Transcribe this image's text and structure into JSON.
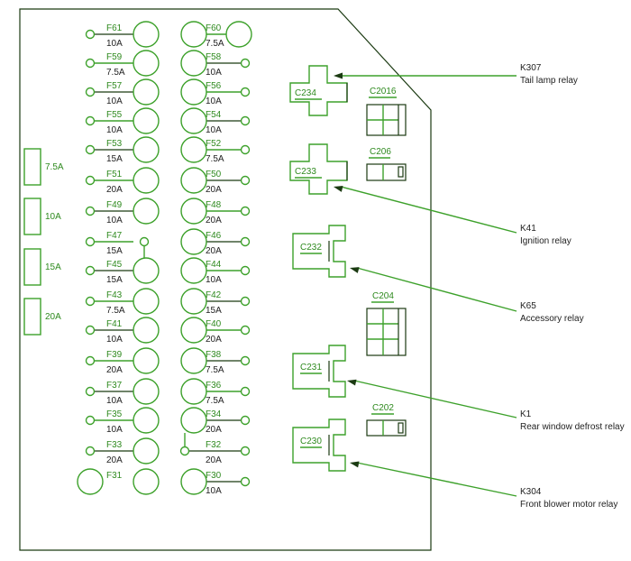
{
  "colors": {
    "stroke": "#3da12b",
    "text": "#2f8a1f",
    "outline": "#1b3a12"
  },
  "fuse_rows": [
    {
      "left": {
        "id": "F61",
        "amp": "10A"
      },
      "right": {
        "id": "F60",
        "amp": "7.5A"
      }
    },
    {
      "left": {
        "id": "F59",
        "amp": "7.5A"
      },
      "right": {
        "id": "F58",
        "amp": "10A"
      }
    },
    {
      "left": {
        "id": "F57",
        "amp": "10A"
      },
      "right": {
        "id": "F56",
        "amp": "10A"
      }
    },
    {
      "left": {
        "id": "F55",
        "amp": "10A"
      },
      "right": {
        "id": "F54",
        "amp": "10A"
      }
    },
    {
      "left": {
        "id": "F53",
        "amp": "15A"
      },
      "right": {
        "id": "F52",
        "amp": "7.5A"
      }
    },
    {
      "left": {
        "id": "F51",
        "amp": "20A"
      },
      "right": {
        "id": "F50",
        "amp": "20A"
      }
    },
    {
      "left": {
        "id": "F49",
        "amp": "10A"
      },
      "right": {
        "id": "F48",
        "amp": "20A"
      }
    },
    {
      "left": {
        "id": "F47",
        "amp": "15A"
      },
      "right": {
        "id": "F46",
        "amp": "20A"
      }
    },
    {
      "left": {
        "id": "F45",
        "amp": "15A"
      },
      "right": {
        "id": "F44",
        "amp": "10A"
      }
    },
    {
      "left": {
        "id": "F43",
        "amp": "7.5A"
      },
      "right": {
        "id": "F42",
        "amp": "15A"
      }
    },
    {
      "left": {
        "id": "F41",
        "amp": "10A"
      },
      "right": {
        "id": "F40",
        "amp": "20A"
      }
    },
    {
      "left": {
        "id": "F39",
        "amp": "20A"
      },
      "right": {
        "id": "F38",
        "amp": "7.5A"
      }
    },
    {
      "left": {
        "id": "F37",
        "amp": "10A"
      },
      "right": {
        "id": "F36",
        "amp": "7.5A"
      }
    },
    {
      "left": {
        "id": "F35",
        "amp": "10A"
      },
      "right": {
        "id": "F34",
        "amp": "20A"
      }
    },
    {
      "left": {
        "id": "F33",
        "amp": "20A"
      },
      "right": {
        "id": "F32",
        "amp": "20A"
      }
    },
    {
      "left": {
        "id": "F31",
        "amp": ""
      },
      "right": {
        "id": "F30",
        "amp": "10A"
      }
    }
  ],
  "spare_fuses": [
    "7.5A",
    "10A",
    "15A",
    "20A"
  ],
  "connectors": {
    "c2016": "C2016",
    "c206": "C206",
    "c204": "C204",
    "c202": "C202"
  },
  "relays": [
    {
      "connector": "C234",
      "code": "K307",
      "name": "Tail lamp relay"
    },
    {
      "connector": "C233",
      "code": "K41",
      "name": "Ignition relay"
    },
    {
      "connector": "C232",
      "code": "K65",
      "name": "Accessory relay"
    },
    {
      "connector": "C231",
      "code": "K1",
      "name": "Rear window defrost relay"
    },
    {
      "connector": "C230",
      "code": "K304",
      "name": "Front blower motor relay"
    }
  ]
}
